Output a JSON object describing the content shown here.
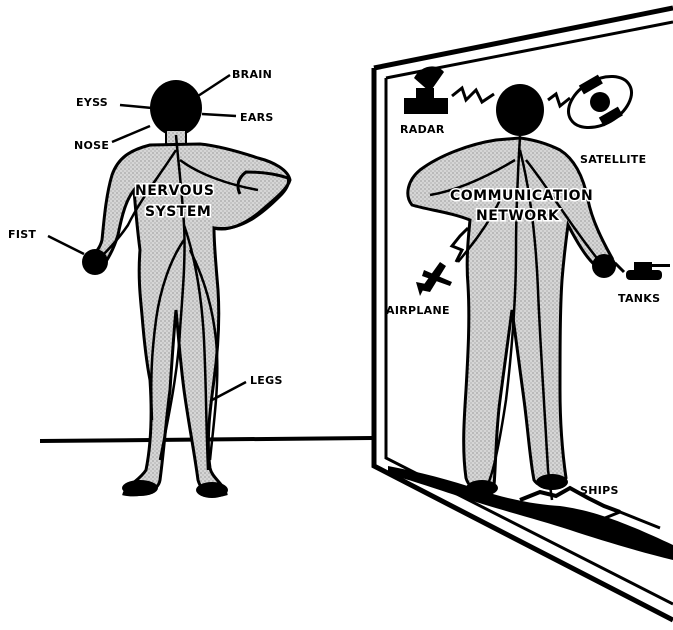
{
  "left_figure": {
    "labels": {
      "brain": "BRAIN",
      "eyes": "EYSS",
      "ears": "EARS",
      "nose": "NOSE",
      "nervous_1": "NERVOUS",
      "nervous_2": "SYSTEM",
      "fist": "FIST",
      "legs": "LEGS"
    }
  },
  "mirror_figure": {
    "labels": {
      "radar": "RADAR",
      "satellite": "SATELLITE",
      "comm_1": "COMMUNICATION",
      "comm_2": "NETWORK",
      "airplane": "AIRPLANE",
      "tanks": "TANKS",
      "ships": "SHIPS"
    }
  },
  "colors": {
    "ink": "#000000",
    "body_fill": "#c8c8c8",
    "background": "#ffffff"
  }
}
